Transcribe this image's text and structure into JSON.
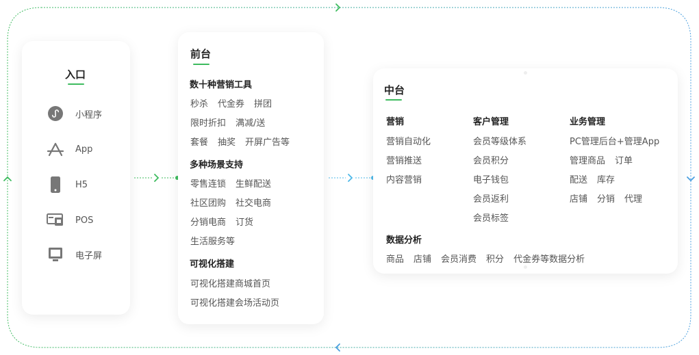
{
  "entry": {
    "title": "入口",
    "items": [
      {
        "label": "小程序",
        "icon": "mini-program-icon"
      },
      {
        "label": "App",
        "icon": "app-store-icon"
      },
      {
        "label": "H5",
        "icon": "phone-icon"
      },
      {
        "label": "POS",
        "icon": "pos-terminal-icon"
      },
      {
        "label": "电子屏",
        "icon": "monitor-icon"
      }
    ]
  },
  "front": {
    "title": "前台",
    "sections": [
      {
        "title": "数十种营销工具",
        "rows": [
          [
            "秒杀",
            "代金券",
            "拼团"
          ],
          [
            "限时折扣",
            "满减/送"
          ],
          [
            "套餐",
            "抽奖",
            "开屏广告等"
          ]
        ]
      },
      {
        "title": "多种场景支持",
        "rows": [
          [
            "零售连锁",
            "生鲜配送"
          ],
          [
            "社区团购",
            "社交电商"
          ],
          [
            "分销电商",
            "订货"
          ],
          [
            "生活服务等"
          ]
        ]
      },
      {
        "title": "可视化搭建",
        "rows": [
          [
            "可视化搭建商城首页"
          ],
          [
            "可视化搭建会场活动页"
          ]
        ]
      }
    ]
  },
  "middle": {
    "title": "中台",
    "columns": [
      {
        "title": "营销",
        "items": [
          "营销自动化",
          "营销推送",
          "内容营销"
        ]
      },
      {
        "title": "客户管理",
        "items": [
          "会员等级体系",
          "会员积分",
          "电子钱包",
          "会员返利",
          "会员标签"
        ]
      },
      {
        "title": "业务管理",
        "rows": [
          [
            "PC管理后台+管理App"
          ],
          [
            "管理商品",
            "订单"
          ],
          [
            "配送",
            "库存"
          ],
          [
            "店铺",
            "分销",
            "代理"
          ]
        ]
      }
    ],
    "analysis": {
      "title": "数据分析",
      "items": [
        "商品",
        "店铺",
        "会员消费",
        "积分",
        "代金券等数据分析"
      ]
    }
  },
  "colors": {
    "accent": "#3dbb5e",
    "flow_blue": "#4db8e8",
    "loop_green": "#3dbb5e",
    "loop_blue": "#4a9fe0"
  }
}
